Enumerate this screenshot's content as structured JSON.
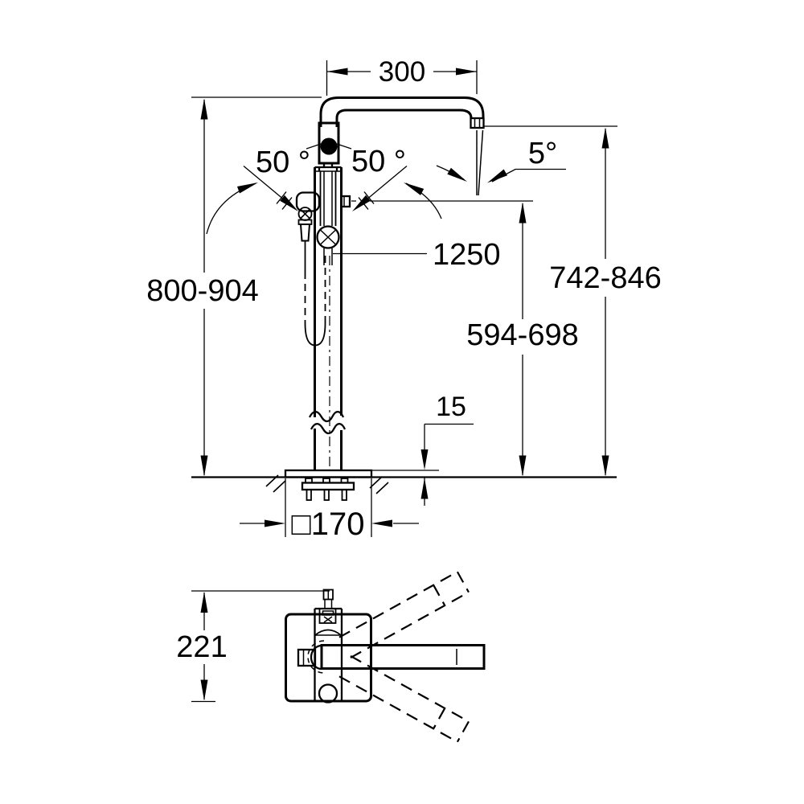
{
  "drawing": {
    "kind": "technical-dimension-drawing",
    "subject": "floor-standing bath mixer tap with hand shower — front elevation and top view",
    "units": "mm",
    "colors": {
      "ink": "#000000",
      "background": "#ffffff"
    },
    "labels": {
      "spout_reach": "300",
      "overall_height": "800-904",
      "spout_outlet_height": "742-846",
      "side_outlet_height": "594-698",
      "base_plate_height": "15",
      "base_plate_size": "□170",
      "hose_length": "1250",
      "swivel_left": "50 °",
      "swivel_right": "50 °",
      "spray_angle": "5°",
      "top_view_depth": "221"
    }
  }
}
